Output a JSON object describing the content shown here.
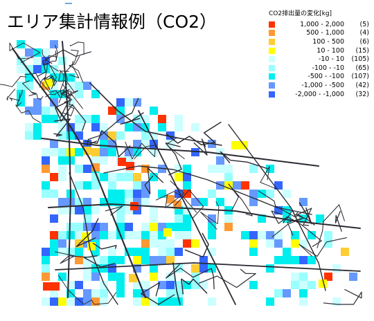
{
  "title": "エリア集計情報例（CO2）",
  "legend": {
    "title": "CO2排出量の変化[kg]",
    "items": [
      {
        "range": "1,000 -   2,000",
        "count": "(5)",
        "color": "#ff3300"
      },
      {
        "range": "500 -   1,000",
        "count": "(4)",
        "color": "#ff9933"
      },
      {
        "range": "100 -     500",
        "count": "(6)",
        "color": "#ffcc33"
      },
      {
        "range": "10 -     100",
        "count": "(15)",
        "color": "#ffff00"
      },
      {
        "range": "-10 -      10",
        "count": "(105)",
        "color": "#ccffff"
      },
      {
        "range": "-100 -     -10",
        "count": "(65)",
        "color": "#99ffff"
      },
      {
        "range": "-500 -  -100",
        "count": "(107)",
        "color": "#00eeee"
      },
      {
        "range": "-1,000 -  -500",
        "count": "(42)",
        "color": "#6699ff"
      },
      {
        "range": "-2,000 - -1,000",
        "count": "(32)",
        "color": "#3366ff"
      }
    ]
  },
  "colors": {
    "road": "#2a2a33",
    "background": "#ffffff"
  }
}
